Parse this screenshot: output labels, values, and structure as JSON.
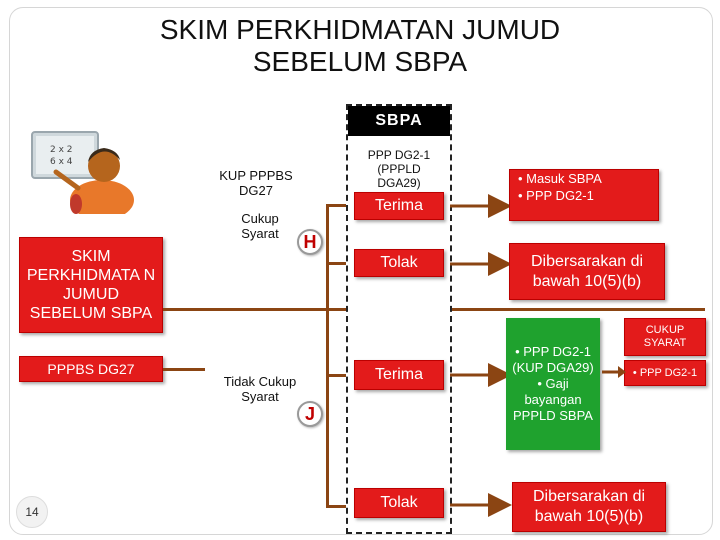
{
  "title": {
    "line1": "SKIM PERKHIDMATAN JUMUD",
    "line2": "SEBELUM SBPA"
  },
  "sbpa_label": "SBPA",
  "left": {
    "main_box": "SKIM PERKHIDMATA N JUMUD SEBELUM SBPA",
    "grade_box": "PPPBS DG27",
    "page_number": "14"
  },
  "middle": {
    "kup": "KUP PPPBS DG27",
    "cukup": "Cukup Syarat",
    "tidak_cukup": "Tidak Cukup Syarat",
    "marker_h": "H",
    "marker_j": "J"
  },
  "sbpa_column": {
    "ppp": "PPP DG2-1 (PPPLD DGA29)",
    "terima1": "Terima",
    "tolak1": "Tolak",
    "terima2": "Terima",
    "tolak2": "Tolak"
  },
  "right": {
    "masuk1": "• Masuk SBPA",
    "masuk2": "• PPP DG2-1",
    "dibersarakan1": "Dibersarakan di bawah 10(5)(b)",
    "green_item1": "• PPP DG2-1 (KUP DGA29)",
    "green_item2": "• Gaji bayangan PPPLD SBPA",
    "cukup_syarat": "CUKUP SYARAT",
    "ppp_dg21": "• PPP DG2-1",
    "dibersarakan2": "Dibersarakan di bawah 10(5)(b)"
  },
  "colors": {
    "red": "#e31b1b",
    "green": "#1fa22e",
    "connector": "#8b4513"
  }
}
